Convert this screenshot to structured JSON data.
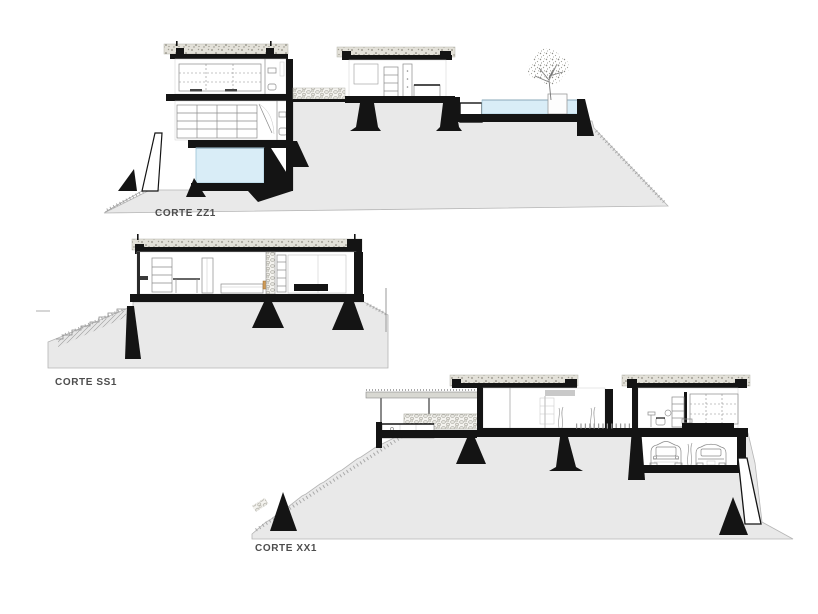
{
  "document": {
    "type": "architectural-section-sheet",
    "background": "#ffffff"
  },
  "colors": {
    "ink": "#141414",
    "terrain_fill": "#e9e9e9",
    "terrain_outline": "#b5b5b5",
    "pool_fill": "#d9edf7",
    "pool_outline": "#9cc3d4",
    "roof_speckle_base": "#e3e1d9",
    "roof_speckle_dot": "#8f8c80",
    "pebble_base": "#f4f3ef",
    "detail_line": "#8a8a8a",
    "accent_wood": "#cf9a55",
    "label_color": "#4d4d4d"
  },
  "sections": [
    {
      "id": "corte-zz1",
      "label": "CORTE ZZ1"
    },
    {
      "id": "corte-ss1",
      "label": "CORTE SS1"
    },
    {
      "id": "corte-xx1",
      "label": "CORTE XX1"
    }
  ]
}
